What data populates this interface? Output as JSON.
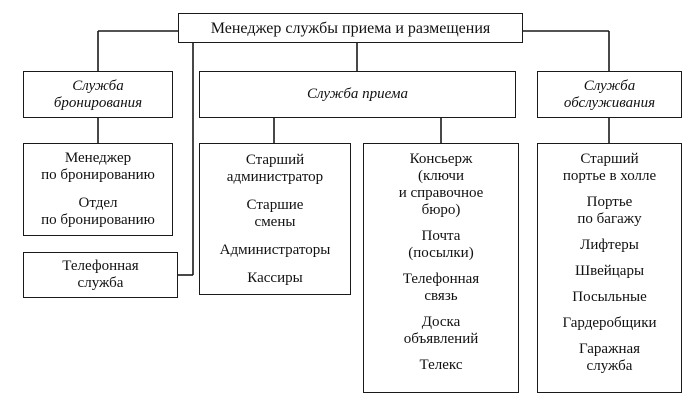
{
  "top": {
    "label": "Менеджер службы приема и размещения"
  },
  "departments": {
    "booking": {
      "lines": [
        "Служба",
        "бронирования"
      ]
    },
    "reception": {
      "lines": [
        "Служба приема"
      ]
    },
    "service": {
      "lines": [
        "Служба",
        "обслуживания"
      ]
    }
  },
  "booking_staff": {
    "items": [
      [
        "Менеджер",
        "по бронированию"
      ],
      [
        "Отдел",
        "по бронированию"
      ]
    ]
  },
  "phone_service": {
    "lines": [
      "Телефонная",
      "служба"
    ]
  },
  "reception_staff": {
    "items": [
      [
        "Старший",
        "администратор"
      ],
      [
        "Старшие",
        "смены"
      ],
      [
        "Администраторы"
      ],
      [
        "Кассиры"
      ]
    ]
  },
  "concierge": {
    "items": [
      [
        "Консьерж",
        "(ключи",
        "и справочное",
        "бюро)"
      ],
      [
        "Почта",
        "(посылки)"
      ],
      [
        "Телефонная",
        "связь"
      ],
      [
        "Доска",
        "объявлений"
      ],
      [
        "Телекс"
      ]
    ]
  },
  "service_staff": {
    "items": [
      [
        "Старший",
        "портье в холле"
      ],
      [
        "Портье",
        "по багажу"
      ],
      [
        "Лифтеры"
      ],
      [
        "Швейцары"
      ],
      [
        "Посыльные"
      ],
      [
        "Гардеробщики"
      ],
      [
        "Гаражная",
        "служба"
      ]
    ]
  }
}
